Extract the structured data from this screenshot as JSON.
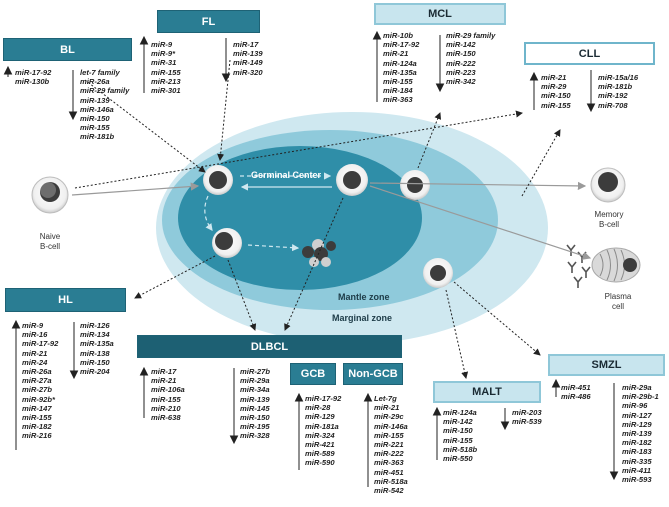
{
  "zones": {
    "germinal_center": "Germinal Center",
    "mantle": "Mantle zone",
    "marginal": "Marginal zone"
  },
  "captions": {
    "naive_line1": "Naive",
    "naive_line2": "B-cell",
    "memory_line1": "Memory",
    "memory_line2": "B-cell",
    "plasma_line1": "Plasma",
    "plasma_line2": "cell"
  },
  "boxes": {
    "fl": {
      "title": "FL",
      "up": [
        "miR-9",
        "miR-9*",
        "miR-31",
        "miR-155",
        "miR-213",
        "miR-301"
      ],
      "down": [
        "miR-17",
        "miR-139",
        "miR-149",
        "miR-320"
      ]
    },
    "mcl": {
      "title": "MCL",
      "up": [
        "miR-10b",
        "miR-17-92",
        "miR-21",
        "miR-124a",
        "miR-135a",
        "miR-155",
        "miR-184",
        "miR-363"
      ],
      "down": [
        "miR-29 family",
        "miR-142",
        "miR-150",
        "miR-222",
        "miR-223",
        "miR-342"
      ]
    },
    "bl": {
      "title": "BL",
      "up": [
        "miR-17-92",
        "miR-130b"
      ],
      "down": [
        "let-7 family",
        "miR-26a",
        "miR-29 family",
        "miR-139",
        "miR-146a",
        "miR-150",
        "miR-155",
        "miR-181b"
      ]
    },
    "cll": {
      "title": "CLL",
      "up": [
        "miR-21",
        "miR-29",
        "miR-150",
        "miR-155"
      ],
      "down": [
        "miR-15a/16",
        "miR-181b",
        "miR-192",
        "miR-708"
      ]
    },
    "hl": {
      "title": "HL",
      "up": [
        "miR-9",
        "miR-16",
        "miR-17-92",
        "miR-21",
        "miR-24",
        "miR-26a",
        "miR-27a",
        "miR-27b",
        "miR-92b*",
        "miR-147",
        "miR-155",
        "miR-182",
        "miR-216"
      ],
      "down": [
        "miR-126",
        "miR-134",
        "miR-135a",
        "miR-138",
        "miR-150",
        "miR-204"
      ]
    },
    "dlbcl": {
      "title": "DLBCL",
      "up": [
        "miR-17",
        "miR-21",
        "miR-106a",
        "miR-155",
        "miR-210",
        "miR-638"
      ],
      "down": [
        "miR-27b",
        "miR-29a",
        "miR-34a",
        "miR-139",
        "miR-145",
        "miR-150",
        "miR-195",
        "miR-328"
      ]
    },
    "gcb": {
      "title": "GCB",
      "up": [
        "miR-17-92",
        "miR-28",
        "miR-129",
        "miR-181a",
        "miR-324",
        "miR-421",
        "miR-589",
        "miR-590"
      ]
    },
    "nongcb": {
      "title": "Non-GCB",
      "up": [
        "Let-7g",
        "miR-21",
        "miR-29c",
        "miR-146a",
        "miR-155",
        "miR-221",
        "miR-222",
        "miR-363",
        "miR-451",
        "miR-518a",
        "miR-542"
      ]
    },
    "malt": {
      "title": "MALT",
      "up": [
        "miR-124a",
        "miR-142",
        "miR-150",
        "miR-155",
        "miR-518b",
        "miR-550"
      ],
      "down": [
        "miR-203",
        "miR-539"
      ]
    },
    "smzl": {
      "title": "SMZL",
      "up": [
        "miR-451",
        "miR-486"
      ],
      "down": [
        "miR-29a",
        "miR-29b-1",
        "miR-96",
        "miR-127",
        "miR-129",
        "miR-139",
        "miR-182",
        "miR-183",
        "miR-335",
        "miR-411",
        "miR-593"
      ]
    }
  },
  "colors": {
    "dark_box": "#2a7d93",
    "light_box": "#c8e5ee",
    "outer_zone": "#cfe8f0",
    "middle_zone": "#8fcadb",
    "germinal_center": "#2f8ea8",
    "cell_nucleus": "#3c3c3c",
    "arrow": "#222222"
  },
  "icons": {
    "up_arrow": "arrow-up-icon",
    "down_arrow": "arrow-down-icon",
    "cell": "b-cell-icon",
    "plasma": "plasma-cell-icon",
    "antibody": "antibody-icon"
  }
}
